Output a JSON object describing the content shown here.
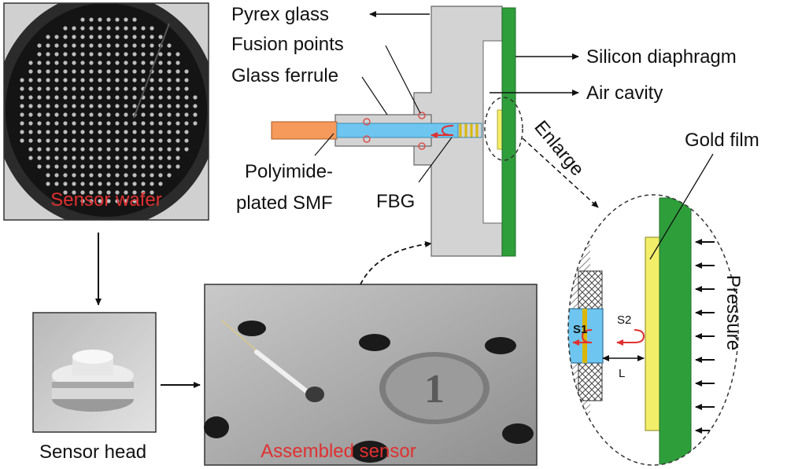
{
  "labels": {
    "pyrex_glass": "Pyrex glass",
    "fusion_points": "Fusion points",
    "glass_ferrule": "Glass ferrule",
    "polyimide_line1": "Polyimide-",
    "polyimide_line2": "plated SMF",
    "fbg": "FBG",
    "silicon_diaphragm": "Silicon diaphragm",
    "air_cavity": "Air cavity",
    "enlarge": "Enlarge",
    "gold_film": "Gold film",
    "pressure": "Pressure",
    "s1": "S1",
    "s2": "S2",
    "l": "L",
    "sensor_wafer": "Sensor wafer",
    "sensor_head": "Sensor head",
    "assembled_sensor": "Assembled sensor"
  },
  "colors": {
    "pyrex": "#d3d3d3",
    "diaphragm": "#2e9e3a",
    "gold": "#f3ee6a",
    "fiber_core": "#6ec6f0",
    "polyimide": "#f59a5a",
    "reflection": "#e03030",
    "caption_red": "#e03030"
  }
}
